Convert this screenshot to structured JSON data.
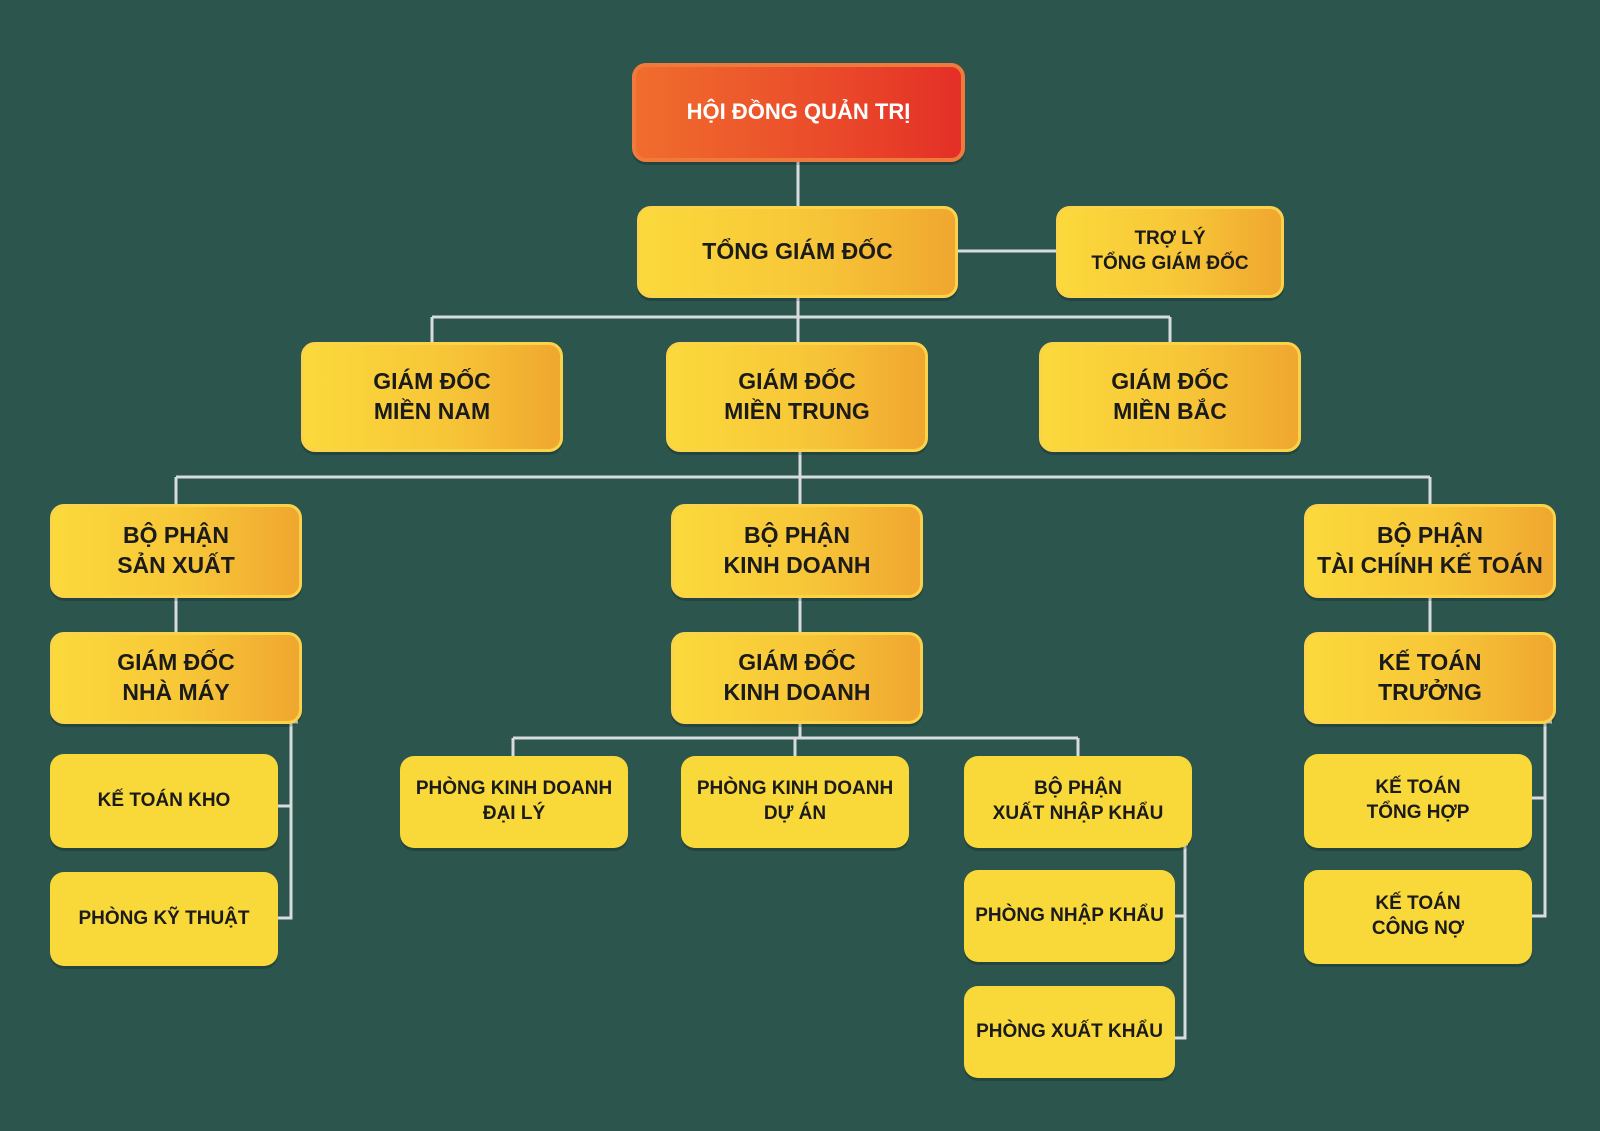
{
  "board": "HỘI ĐỒNG QUẢN TRỊ",
  "ceo": "TỔNG GIÁM ĐỐC",
  "ceo_assistant": [
    "TRỢ LÝ",
    "TỔNG GIÁM ĐỐC"
  ],
  "regional_directors": {
    "south": [
      "GIÁM ĐỐC",
      "MIỀN NAM"
    ],
    "central": [
      "GIÁM ĐỐC",
      "MIỀN TRUNG"
    ],
    "north": [
      "GIÁM ĐỐC",
      "MIỀN BẮC"
    ]
  },
  "production": {
    "dept": [
      "BỘ PHẬN",
      "SẢN XUẤT"
    ],
    "head": [
      "GIÁM ĐỐC",
      "NHÀ MÁY"
    ],
    "units": [
      "KẾ TOÁN KHO",
      "PHÒNG KỸ THUẬT"
    ]
  },
  "business": {
    "dept": [
      "BỘ PHẬN",
      "KINH DOANH"
    ],
    "head": [
      "GIÁM ĐỐC",
      "KINH DOANH"
    ],
    "units": [
      [
        "PHÒNG KINH DOANH",
        "ĐẠI LÝ"
      ],
      [
        "PHÒNG KINH DOANH",
        "DỰ ÁN"
      ],
      [
        "BỘ PHẬN",
        "XUẤT NHẬP KHẨU"
      ]
    ],
    "import_export_units": [
      "PHÒNG NHẬP KHẨU",
      "PHÒNG XUẤT KHẨU"
    ]
  },
  "finance": {
    "dept": [
      "BỘ PHẬN",
      "TÀI CHÍNH KẾ TOÁN"
    ],
    "head": [
      "KẾ TOÁN",
      "TRƯỞNG"
    ],
    "units": [
      [
        "KẾ TOÁN",
        "TỔNG HỢP"
      ],
      [
        "KẾ TOÁN",
        "CÔNG NỢ"
      ]
    ]
  },
  "colors": {
    "background": "#2c554d",
    "root": "#e8402a",
    "box": "#f9d83a",
    "box_gradient_end": "#f0a72f",
    "connector": "#d9dcdc"
  }
}
